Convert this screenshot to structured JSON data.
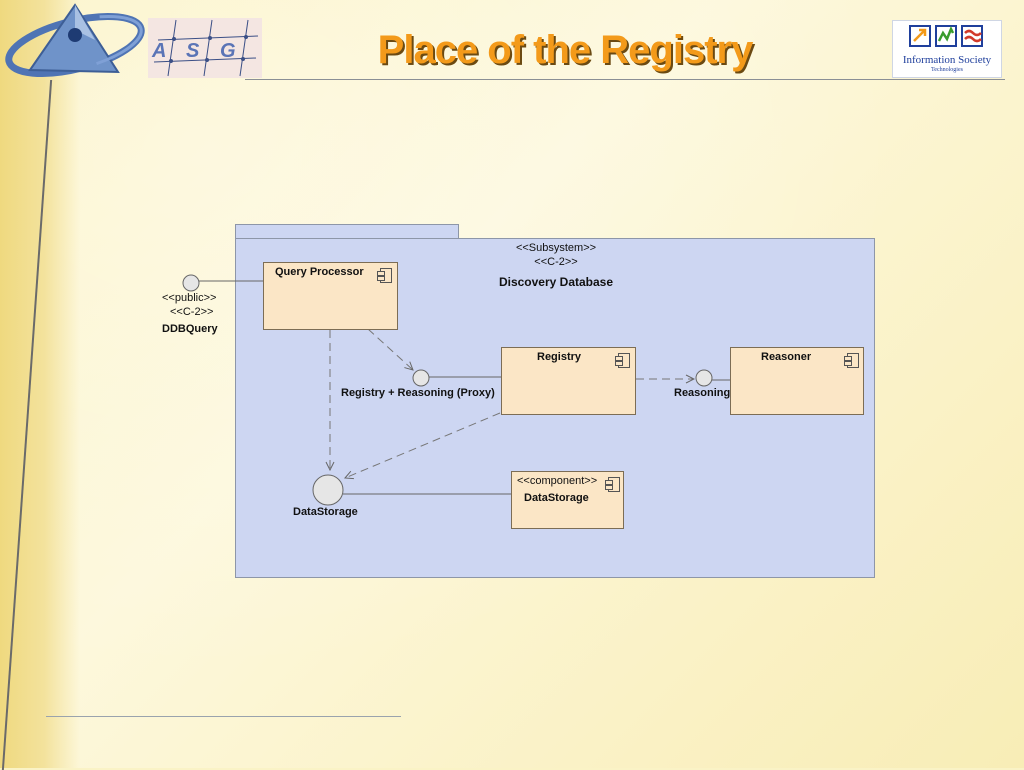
{
  "slide": {
    "title": "Place of the Registry"
  },
  "logos": {
    "asg": {
      "letters": [
        "A",
        "S",
        "G"
      ]
    },
    "ist": {
      "caption": "Information Society",
      "subcaption": "Technologies"
    }
  },
  "diagram": {
    "package": {
      "stereotype1": "<<Subsystem>>",
      "stereotype2": "<<C-2>>",
      "name": "Discovery Database"
    },
    "external_interface": {
      "stereotype1": "<<public>>",
      "stereotype2": "<<C-2>>",
      "name": "DDBQuery"
    },
    "components": {
      "query_processor": {
        "label": "Query Processor"
      },
      "registry": {
        "label": "Registry"
      },
      "reasoner": {
        "label": "Reasoner"
      },
      "data_storage": {
        "stereotype": "<<component>>",
        "label": "DataStorage"
      }
    },
    "interfaces": {
      "proxy": {
        "label": "Registry + Reasoning (Proxy)"
      },
      "reasoning": {
        "label": "Reasoning"
      },
      "data_storage": {
        "label": "DataStorage"
      }
    }
  },
  "colors": {
    "package_fill": "#cdd6f2",
    "component_fill": "#fbe6c6",
    "title": "#f39a1a"
  }
}
